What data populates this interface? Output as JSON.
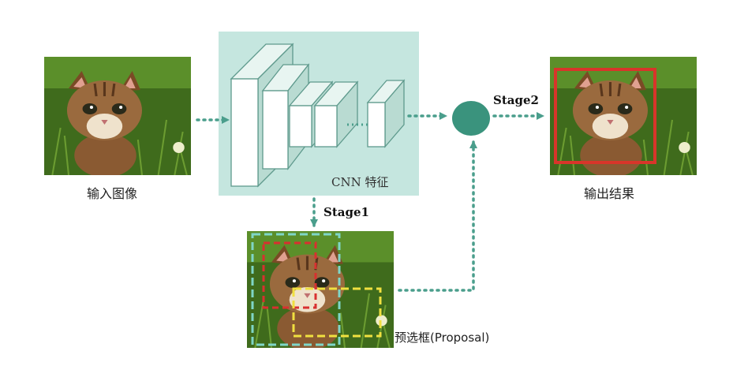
{
  "labels": {
    "input_image": "输入图像",
    "output_result": "输出结果",
    "cnn_features": "CNN 特征",
    "proposals": "预选框(Proposal)",
    "stage1": "Stage1",
    "stage2": "Stage2"
  },
  "colors": {
    "cnn_panel": "#c5e6df",
    "layer_face": "#ffffff",
    "layer_stroke": "#5f9a8d",
    "connector": "#4a9e8c",
    "fusion_node": "#3a937d",
    "result_box": "#d8352a",
    "proposal_teal": "#7fd6c7",
    "proposal_red": "#d83030",
    "proposal_yellow": "#f0e040"
  },
  "icons": {
    "input": "kitten-photo",
    "output": "kitten-photo-with-detection-box",
    "proposals": "kitten-photo-with-proposal-boxes"
  }
}
